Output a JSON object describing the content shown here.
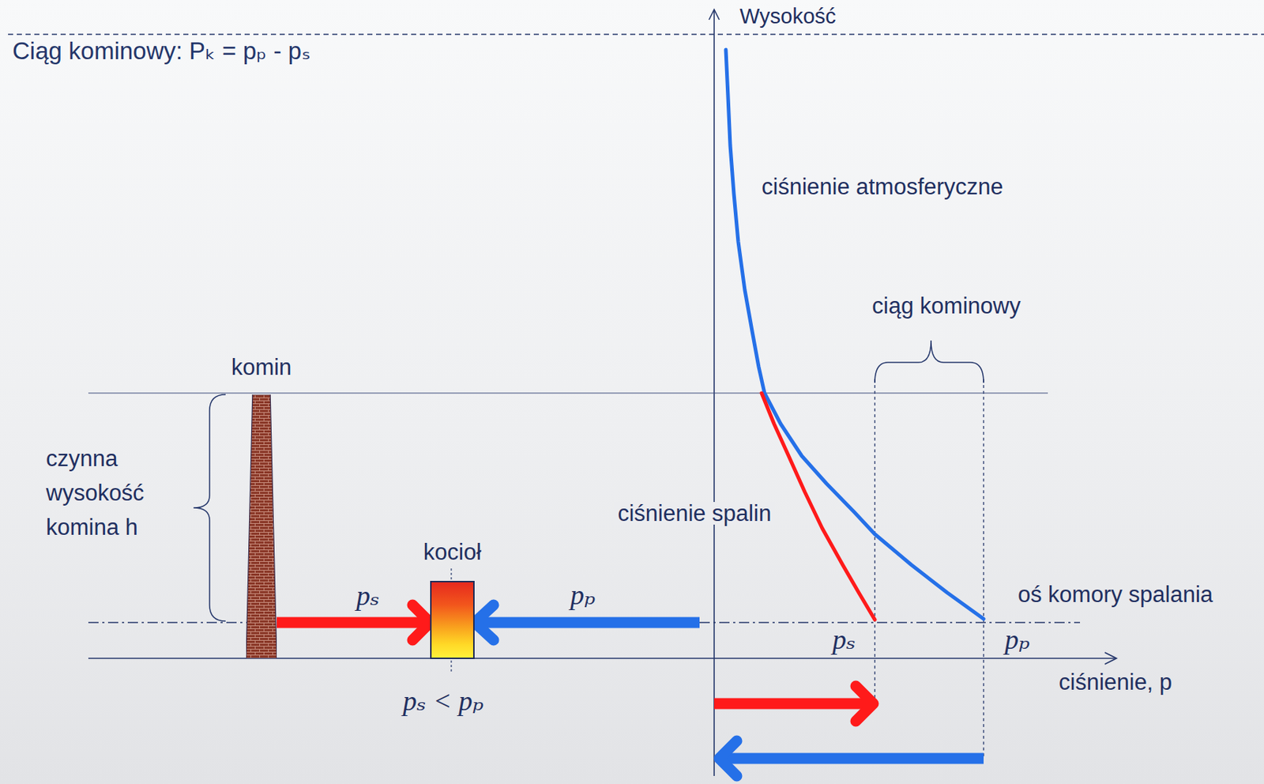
{
  "diagram": {
    "title": "Ciąg kominowy: Pₖ = pₚ - pₛ",
    "nodes": [
      {
        "text": [
          "komin"
        ]
      },
      {
        "text": [
          "kocioł"
        ]
      }
    ],
    "edges": [
      {
        "from": 0,
        "to": 1,
        "label": "pₛ",
        "arrow": "to"
      }
    ],
    "labels": [
      "Wysokość",
      "ciśnienie atmosferyczne",
      "ciąg kominowy",
      "czynna wysokość komina h",
      "ciśnienie spalin",
      "oś komory spalania",
      "pₛ",
      "pₚ",
      "ciśnienie, p",
      "pₚ",
      "pₛ < pₚ"
    ]
  }
}
